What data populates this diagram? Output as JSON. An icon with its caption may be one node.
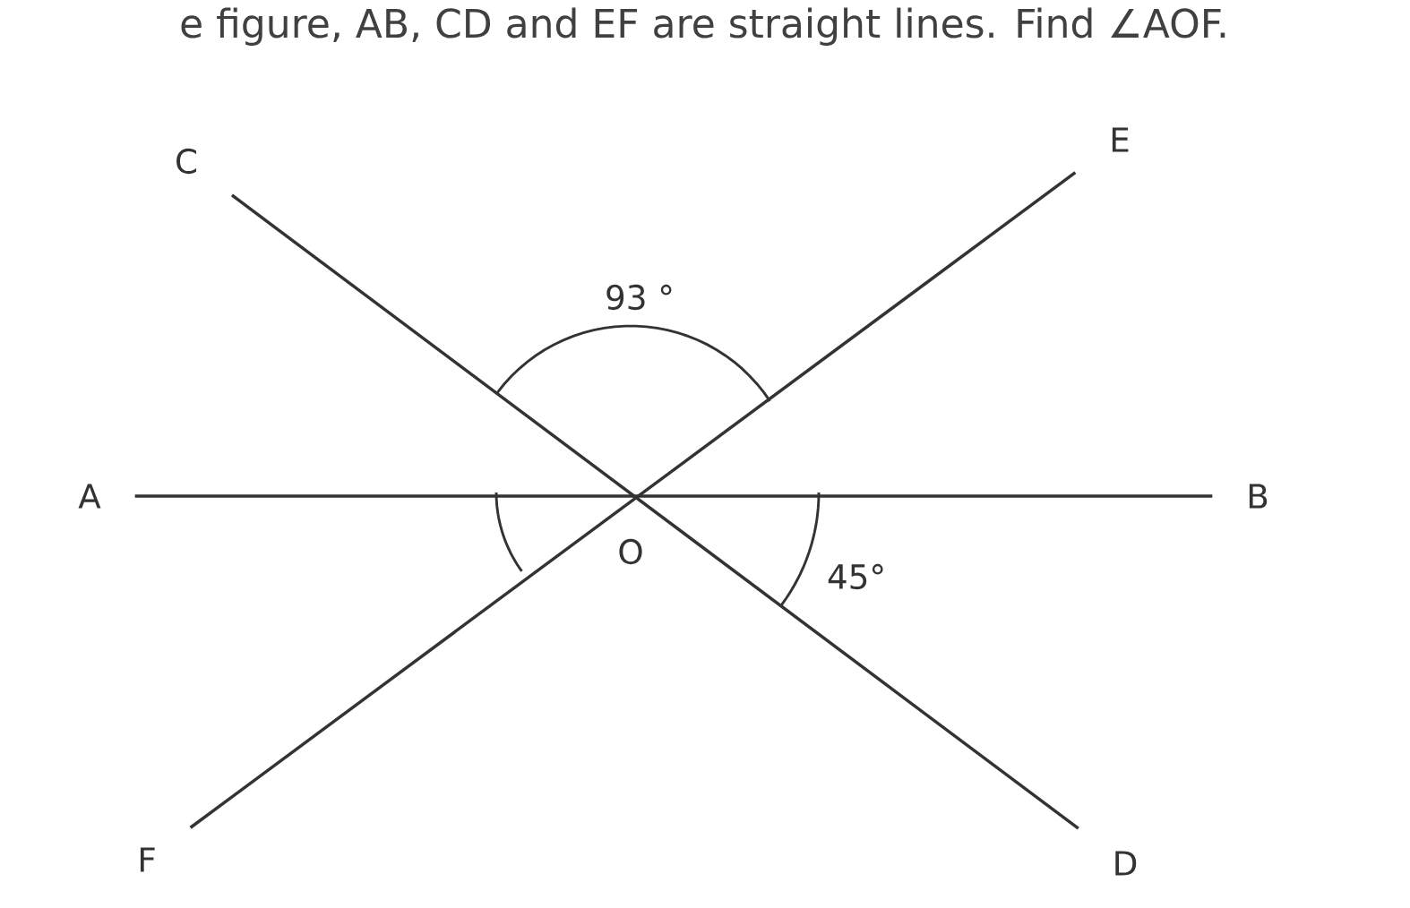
{
  "diagram": {
    "title": "e figure, AB, CD and EF are straight lines. Find ∠AOF.",
    "nodes": [
      {
        "text": [
          "C"
        ]
      },
      {
        "text": [
          "E"
        ]
      },
      {
        "text": [
          "A"
        ]
      },
      {
        "text": [
          "B"
        ]
      },
      {
        "text": [
          "F"
        ]
      },
      {
        "text": [
          "D"
        ]
      }
    ],
    "edges": [
      {
        "from": 2,
        "to": 3,
        "arrow": "none"
      },
      {
        "from": 0,
        "to": 5,
        "arrow": "none"
      },
      {
        "from": 1,
        "to": 4,
        "arrow": "none"
      }
    ],
    "labels": [
      "93 °",
      "O",
      "45°"
    ]
  }
}
